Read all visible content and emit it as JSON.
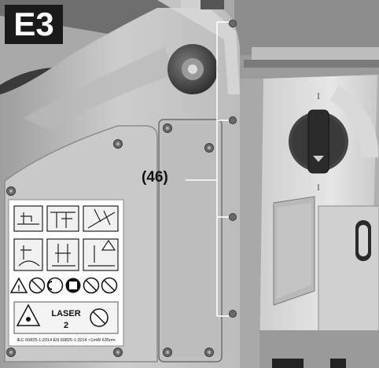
{
  "figure": {
    "label": "E3",
    "callout": "(46)"
  },
  "warning_label": {
    "laser_title": "LASER",
    "laser_class": "2",
    "standards": "IEC 60825-1:2014  EN 60825-1:2014  <1mW 635nm"
  },
  "switch_marks": {
    "top": "I",
    "bottom": "I"
  }
}
